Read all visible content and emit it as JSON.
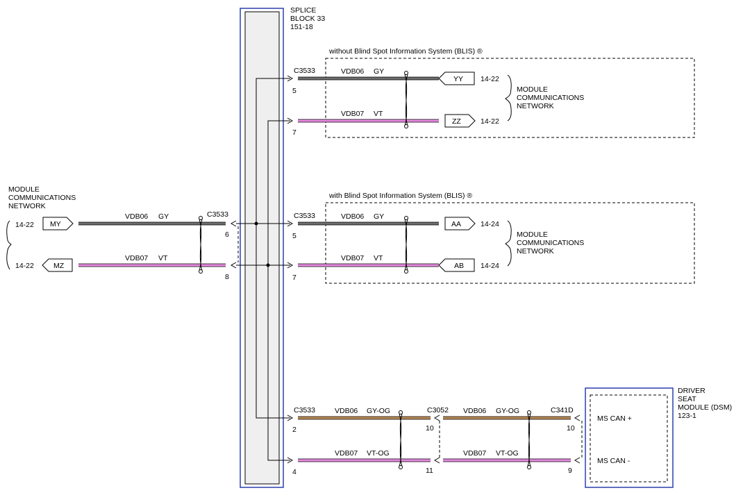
{
  "splice_block": {
    "line1": "SPLICE",
    "line2": "BLOCK 33",
    "line3": "151-18"
  },
  "sections": {
    "without_blis": "without Blind Spot Information System (BLIS) ®",
    "with_blis": "with Blind Spot Information System (BLIS) ®"
  },
  "network": {
    "line1": "MODULE",
    "line2": "COMMUNICATIONS",
    "line3": "NETWORK"
  },
  "connectors": {
    "c3533": "C3533",
    "c3052": "C3052",
    "c341d": "C341D"
  },
  "wires": {
    "vdb06": "VDB06",
    "vdb07": "VDB07",
    "gy": "GY",
    "vt": "VT",
    "gyog": "GY-OG",
    "vtog": "VT-OG"
  },
  "flags": {
    "my": "MY",
    "mz": "MZ",
    "yy": "YY",
    "zz": "ZZ",
    "aa": "AA",
    "ab": "AB"
  },
  "refs": {
    "r1422": "14-22",
    "r1424": "14-24"
  },
  "pins": {
    "p2": "2",
    "p4": "4",
    "p5": "5",
    "p6": "6",
    "p7": "7",
    "p8": "8",
    "p9": "9",
    "p10": "10",
    "p11": "11"
  },
  "dsm": {
    "line1": "DRIVER",
    "line2": "SEAT",
    "line3": "MODULE (DSM)",
    "line4": "123-1",
    "can_plus": "MS CAN +",
    "can_minus": "MS CAN -"
  }
}
